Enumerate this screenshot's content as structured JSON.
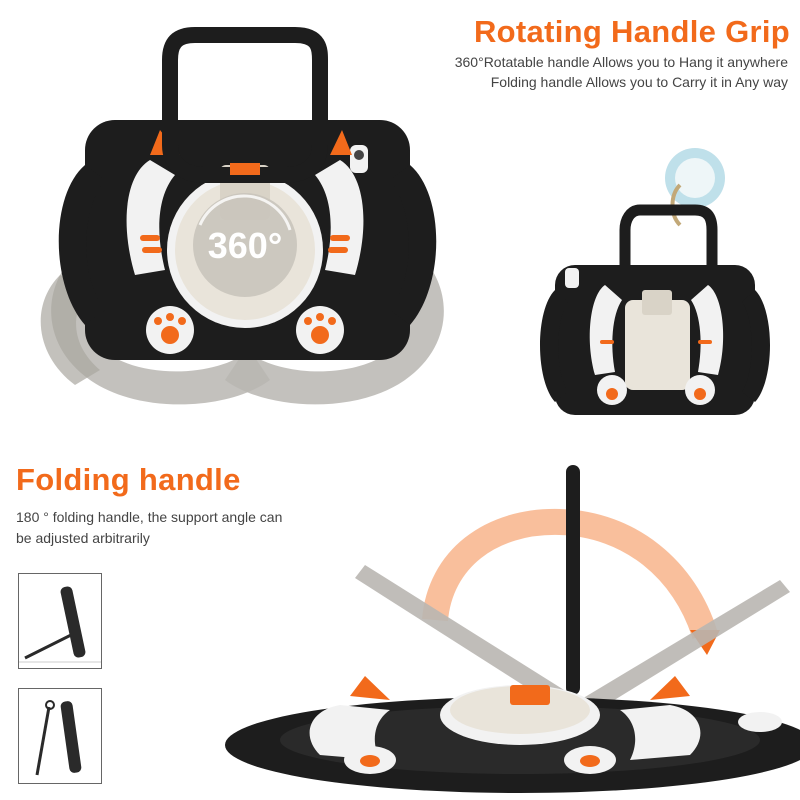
{
  "top_section": {
    "title": "Rotating Handle Grip",
    "description_lines": [
      "360°Rotatable handle Allows you to Hang it anywhere",
      "Folding handle Allows you to Carry it in Any way"
    ]
  },
  "badge": {
    "label": "360°"
  },
  "bottom_section": {
    "title": "Folding handle",
    "description_lines": [
      "180 ° folding handle, the support angle can",
      "be adjusted arbitrarily"
    ]
  },
  "colors": {
    "accent_orange": "#f26a1b",
    "case_black": "#1d1d1d",
    "case_white": "#f2f2f2",
    "cream": "#e9e4da",
    "grey_handle": "#b9b6b1",
    "text_grey": "#444444"
  }
}
